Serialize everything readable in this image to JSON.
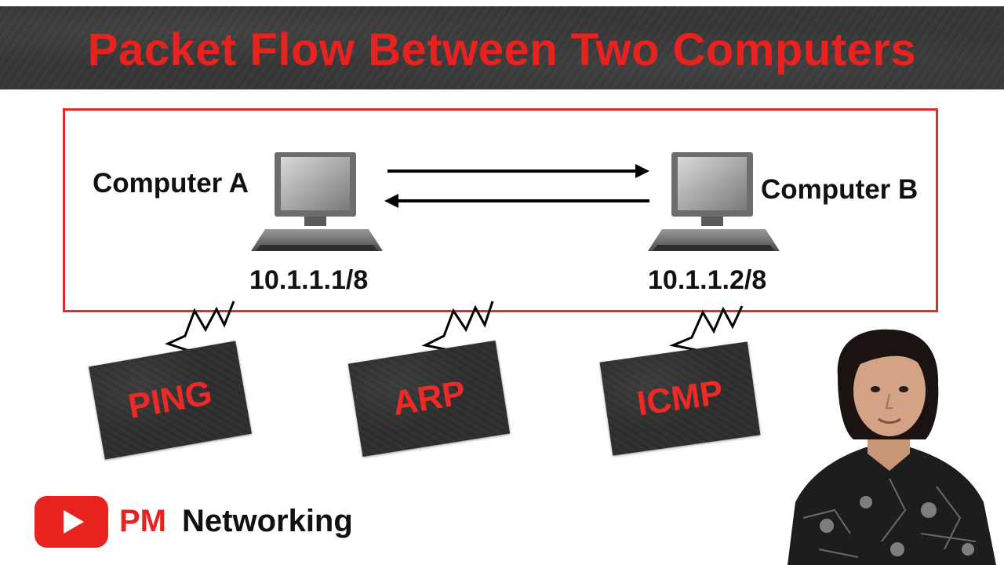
{
  "title": "Packet Flow Between Two Computers",
  "computer_a": {
    "label": "Computer A",
    "ip": "10.1.1.1/8"
  },
  "computer_b": {
    "label": "Computer B",
    "ip": "10.1.1.2/8"
  },
  "notes": [
    "PING",
    "ARP",
    "ICMP"
  ],
  "brand": {
    "pm": "PM",
    "networking": "Networking"
  },
  "colors": {
    "accent_red": "#e8221f",
    "frame_red": "#e32b2b",
    "chalkboard": "#333333"
  },
  "icons": [
    "computer-icon",
    "arrow-right-icon",
    "arrow-left-icon",
    "youtube-play-icon"
  ]
}
